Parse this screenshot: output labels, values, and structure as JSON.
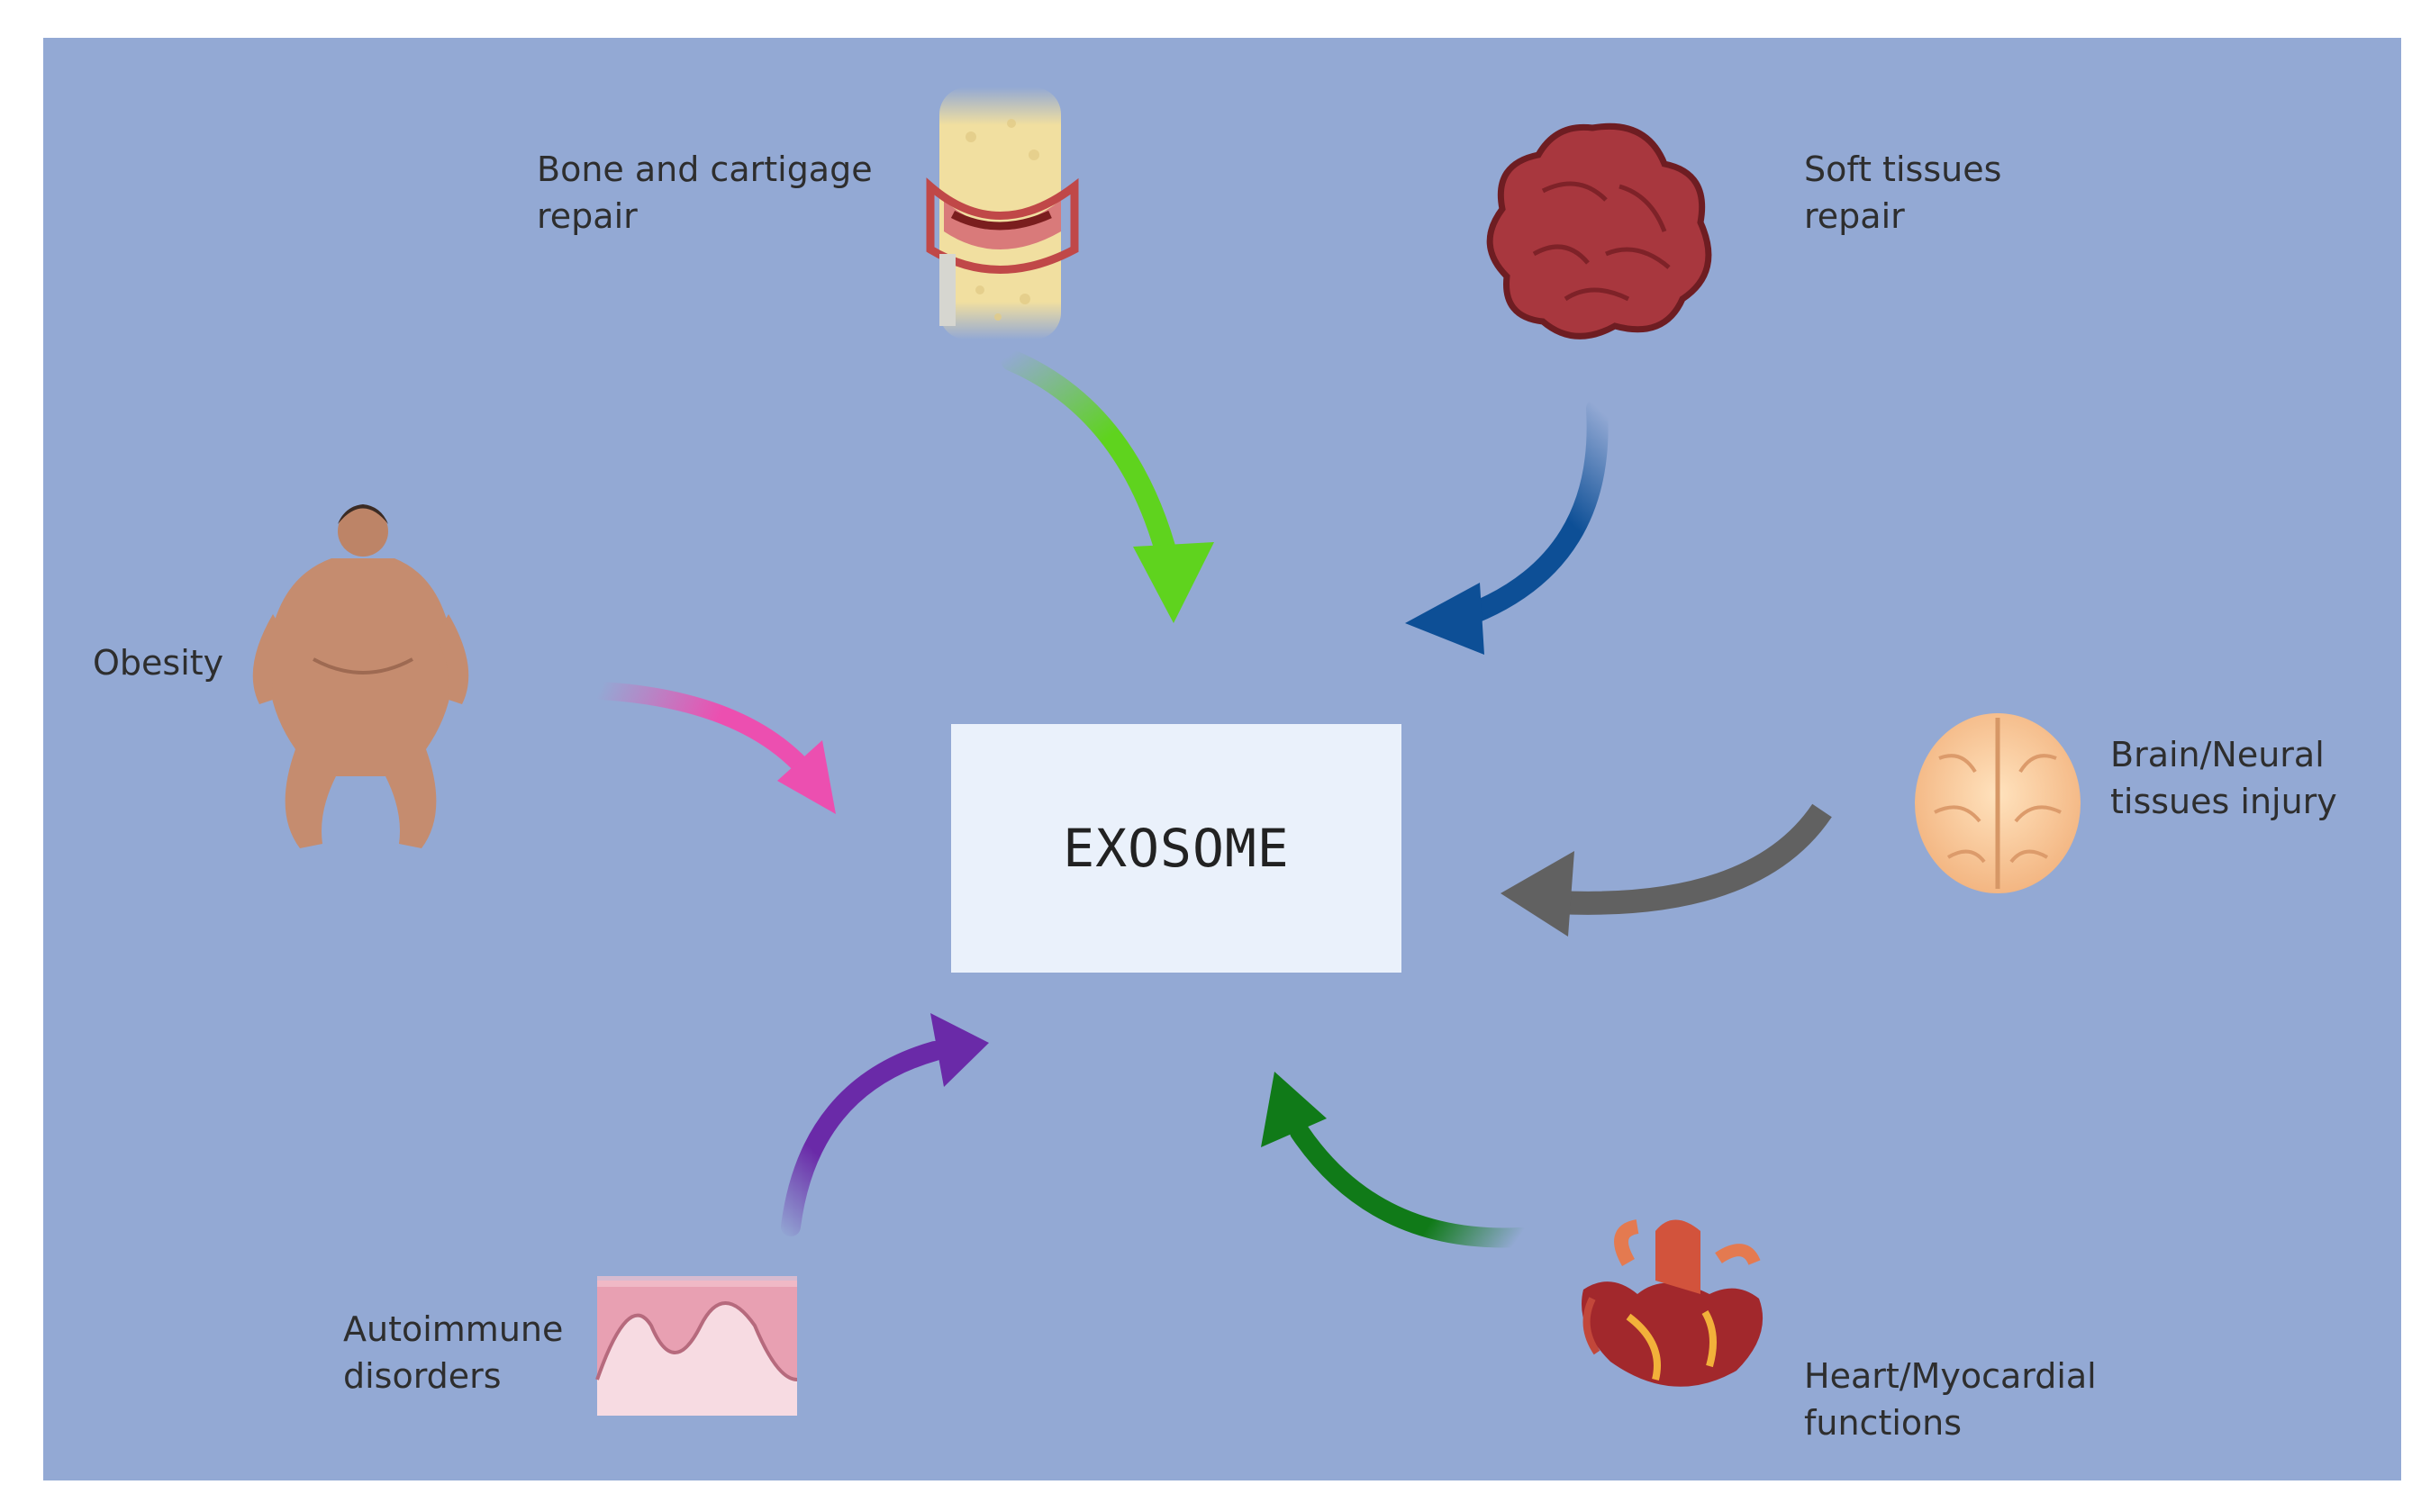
{
  "diagram": {
    "center": {
      "title": "EXOSOME"
    },
    "nodes": [
      {
        "id": "bone",
        "lines": [
          "Bone and cartigage",
          "repair"
        ],
        "icon": "knee-joint-icon",
        "arrow_color": "#5fd31e"
      },
      {
        "id": "soft",
        "lines": [
          "Soft tissues",
          "repair"
        ],
        "icon": "tissue-mass-icon",
        "arrow_color": "#0d4f96"
      },
      {
        "id": "obesity",
        "lines": [
          "Obesity"
        ],
        "icon": "obese-body-icon",
        "arrow_color": "#ec4fb0"
      },
      {
        "id": "brain",
        "lines": [
          "Brain/Neural",
          "tissues injury"
        ],
        "icon": "brain-icon",
        "arrow_color": "#616161"
      },
      {
        "id": "autoimmune",
        "lines": [
          "Autoimmune",
          "disorders"
        ],
        "icon": "skin-tissue-icon",
        "arrow_color": "#6a2aa8"
      },
      {
        "id": "heart",
        "lines": [
          "Heart/Myocardial",
          "functions"
        ],
        "icon": "heart-icon",
        "arrow_color": "#107a18"
      }
    ],
    "colors": {
      "background": "#93a9d4",
      "center_box": "#eaf1fb"
    }
  }
}
